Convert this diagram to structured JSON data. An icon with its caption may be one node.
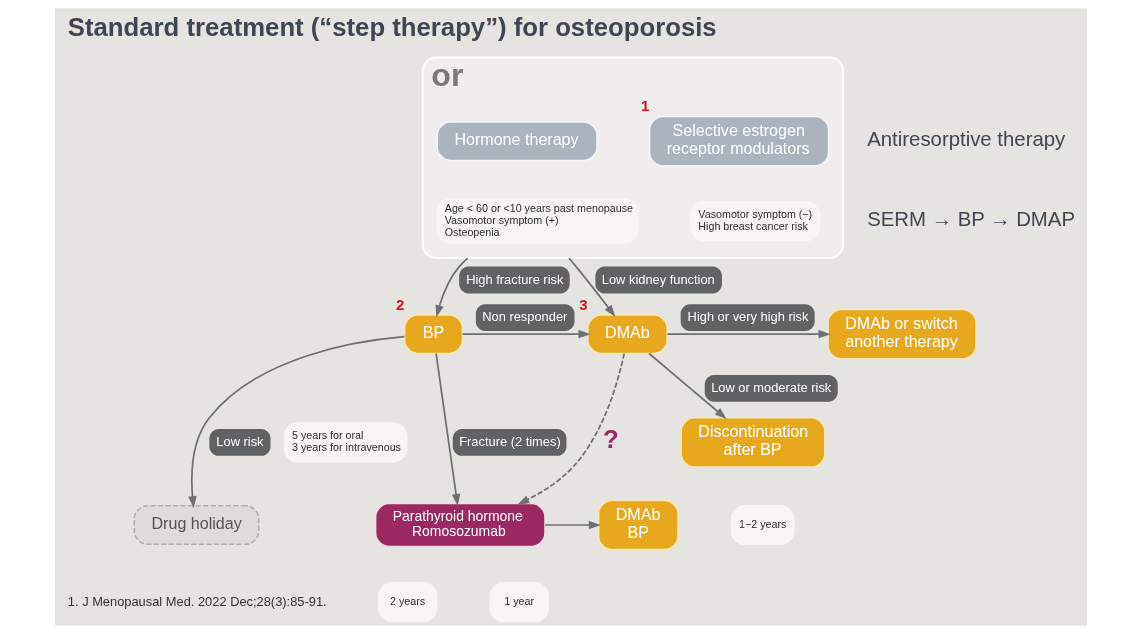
{
  "diagram": {
    "title": "Standard treatment (“step therapy”) for osteoporosis",
    "nodes": [
      {
        "text": [
          "or"
        ]
      },
      {
        "text": [
          "Hormone therapy"
        ],
        "in": 0
      },
      {
        "text": [
          "Age < 60 or <10 years past menopause",
          "Vasomotor symptom (+)",
          "Osteopenia"
        ],
        "in": 0
      },
      {
        "text": [
          "Selective estrogen receptor modulators"
        ],
        "in": 0,
        "beside": [
          "1"
        ]
      },
      {
        "text": [
          "Vasomotor symptom (−)",
          "High breast cancer risk"
        ],
        "in": 0
      },
      {
        "text": [
          "BP"
        ],
        "beside": [
          "2"
        ]
      },
      {
        "text": [
          "5 years for oral",
          "3 years for intravenous"
        ]
      },
      {
        "text": [
          "DMAb"
        ],
        "beside": [
          "3"
        ]
      },
      {
        "text": [
          "DMAb or switch another therapy"
        ]
      },
      {
        "text": [
          "Discontinuation after BP"
        ]
      },
      {
        "text": [
          "1−2 years"
        ]
      },
      {
        "text": [
          "Drug holiday"
        ]
      },
      {
        "text": [
          "Parathyroid hormone",
          "Romosozumab"
        ]
      },
      {
        "text": [
          "2 years"
        ]
      },
      {
        "text": [
          "1 year"
        ]
      },
      {
        "text": [
          "DMAb",
          "BP"
        ]
      }
    ],
    "edges": [
      {
        "from": 0,
        "to": 5,
        "arrow": "to",
        "label": "High fracture risk"
      },
      {
        "from": 0,
        "to": 7,
        "arrow": "to",
        "label": "Low kidney function"
      },
      {
        "from": 5,
        "to": 7,
        "arrow": "to",
        "label": "Non responder"
      },
      {
        "from": 7,
        "to": 8,
        "arrow": "to",
        "label": "High or very high risk"
      },
      {
        "from": 7,
        "to": 9,
        "arrow": "to",
        "label": "Low or moderate risk"
      },
      {
        "from": 5,
        "to": 11,
        "arrow": "to",
        "label": "Low risk"
      },
      {
        "from": 5,
        "to": 12,
        "arrow": "to",
        "label": "Fracture (2 times)"
      },
      {
        "from": 7,
        "to": 12,
        "arrow": "to",
        "label": "?",
        "style": "dashed"
      },
      {
        "from": 12,
        "to": 15,
        "arrow": "to"
      }
    ],
    "labels": [
      "Antiresorptive therapy",
      "SERM → BP → DMAP",
      "1. J Menopausal Med. 2022 Dec;28(3):85-91."
    ]
  }
}
